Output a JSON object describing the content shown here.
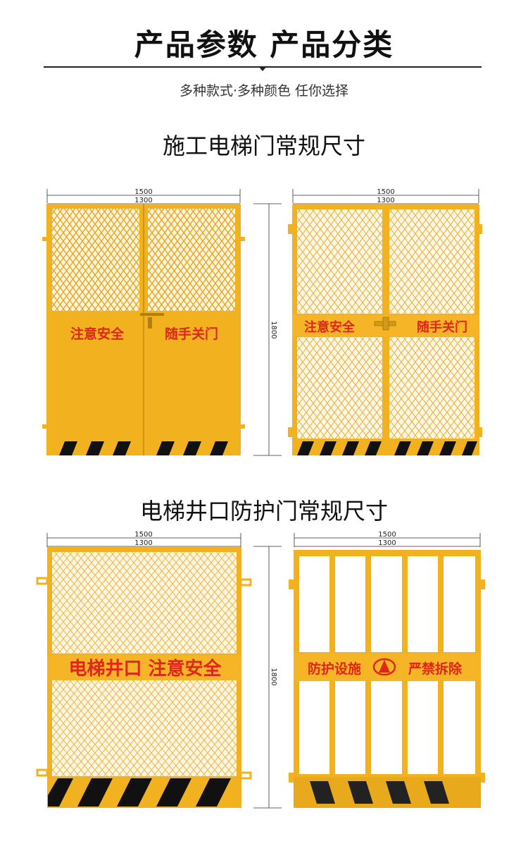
{
  "header": {
    "title": "产品参数 产品分类",
    "subtitle": "多种款式·多种颜色 任你选择"
  },
  "sections": [
    {
      "title": "施工电梯门常规尺寸",
      "left_door": {
        "dim_width_outer": "1500",
        "dim_width_inner": "1300",
        "dim_height": "1800",
        "label_left": "注意安全",
        "label_right": "随手关门"
      },
      "right_door": {
        "dim_width_outer": "1500",
        "dim_width_inner": "1300",
        "label_left": "注意安全",
        "label_right": "随手关门"
      }
    },
    {
      "title": "电梯井口防护门常规尺寸",
      "left_door": {
        "dim_width_outer": "1500",
        "dim_width_inner": "1300",
        "dim_height": "1800",
        "banner": "电梯井口 注意安全"
      },
      "right_door": {
        "dim_width_outer": "1500",
        "dim_width_inner": "1300",
        "banner_left": "防护设施",
        "banner_right": "严禁拆除"
      }
    }
  ],
  "colors": {
    "frame_yellow": "#f5b526",
    "panel_yellow": "#f2b21f",
    "mesh_bg": "#fbf3dc",
    "banner_red": "#e0261b",
    "stripe_black": "#111111"
  }
}
